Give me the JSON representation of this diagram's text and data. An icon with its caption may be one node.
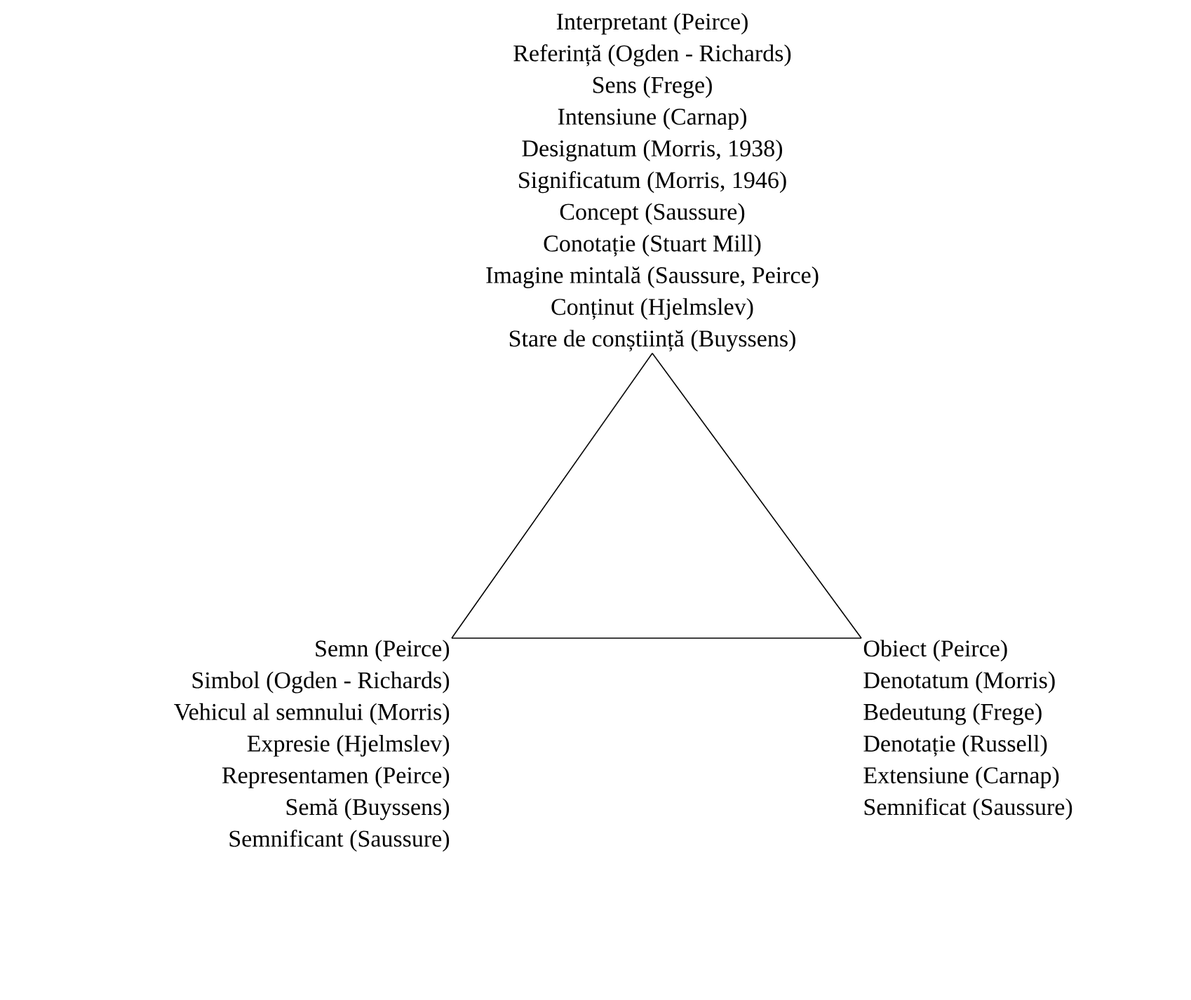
{
  "diagram": {
    "nodes": [
      {
        "text": [
          "Interpretant (Peirce)",
          "Referință (Ogden - Richards)",
          "Sens (Frege)",
          "Intensiune (Carnap)",
          "Designatum (Morris, 1938)",
          "Significatum (Morris, 1946)",
          "Concept (Saussure)",
          "Conotație (Stuart Mill)",
          "Imagine mintală (Saussure, Peirce)",
          "Conținut (Hjelmslev)",
          "Stare de conștiință (Buyssens)"
        ]
      },
      {
        "text": [
          "Semn (Peirce)",
          "Simbol (Ogden - Richards)",
          "Vehicul al semnului (Morris)",
          "Expresie (Hjelmslev)",
          "Representamen (Peirce)",
          "Semă (Buyssens)",
          "Semnificant (Saussure)"
        ]
      },
      {
        "text": [
          "Obiect (Peirce)",
          "Denotatum (Morris)",
          "Bedeutung (Frege)",
          "Denotație (Russell)",
          "Extensiune (Carnap)",
          "Semnificat (Saussure)"
        ]
      }
    ],
    "edges": [
      {
        "from": 0,
        "to": 1,
        "arrow": "none"
      },
      {
        "from": 1,
        "to": 2,
        "arrow": "none"
      },
      {
        "from": 2,
        "to": 0,
        "arrow": "none"
      }
    ]
  }
}
